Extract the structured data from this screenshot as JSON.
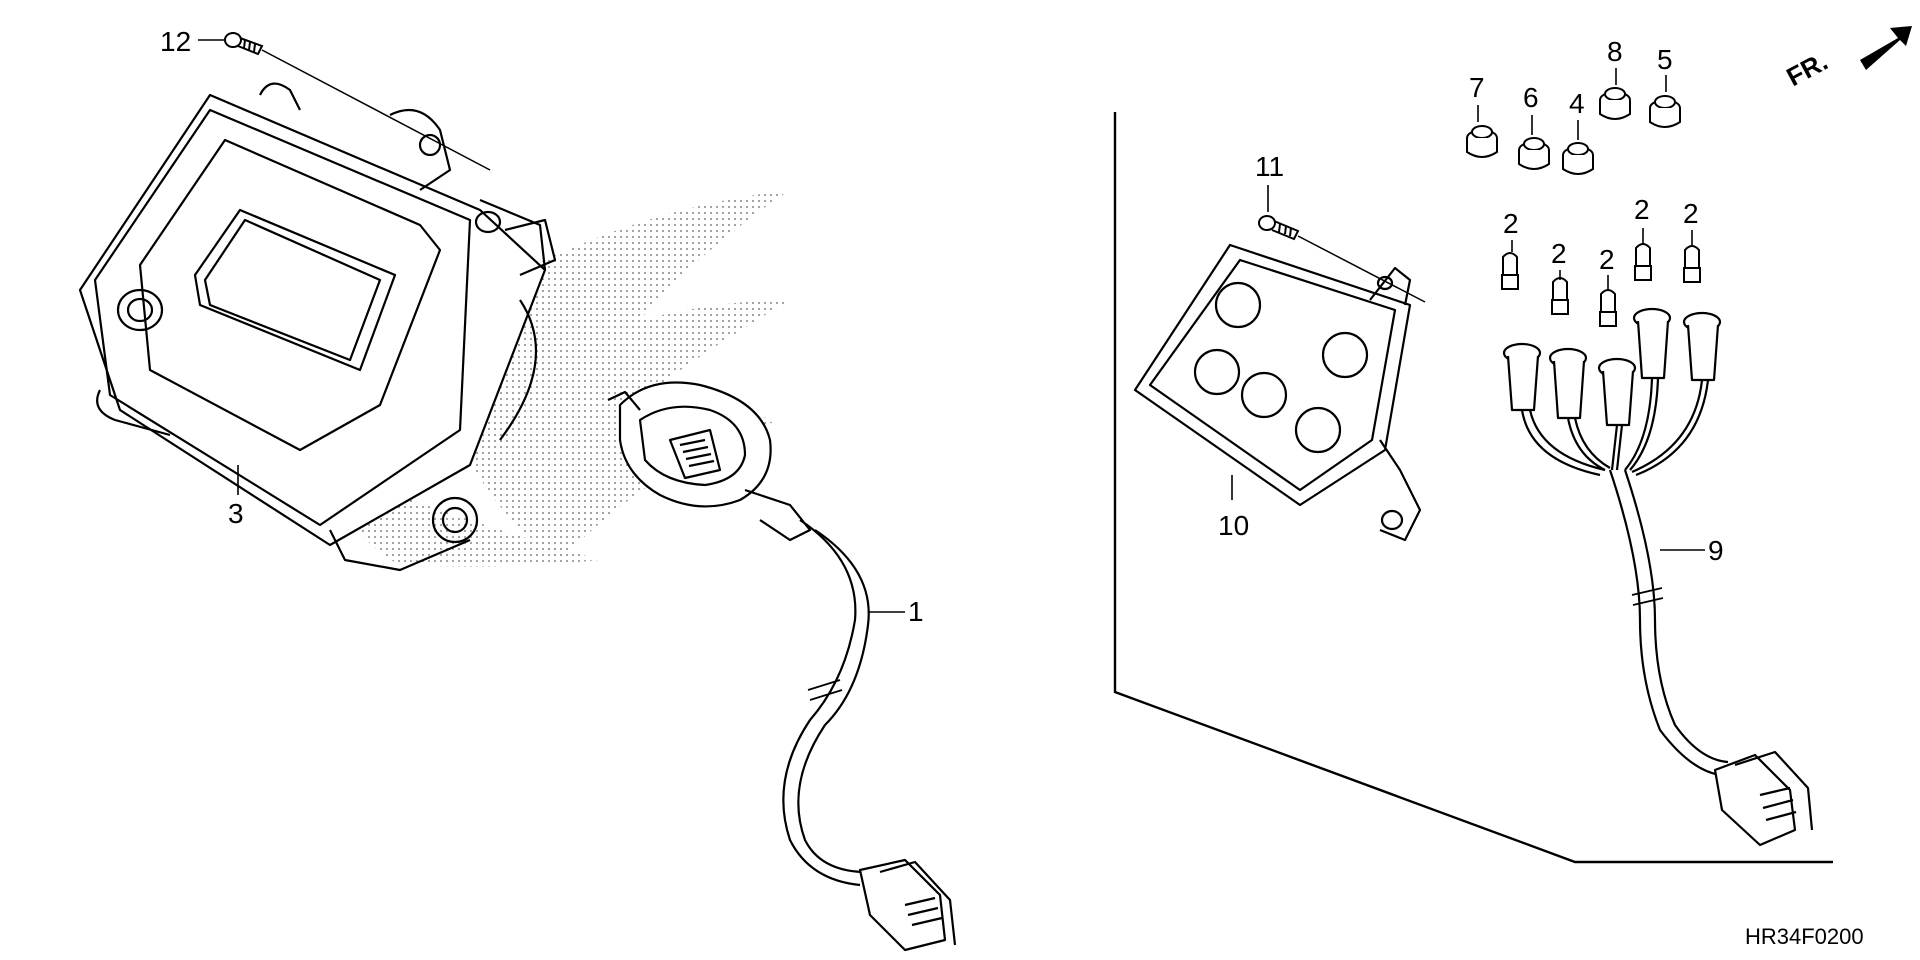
{
  "diagram": {
    "reference_code": "HR34F0200",
    "direction_label": "FR.",
    "callouts": [
      "12",
      "3",
      "1",
      "10",
      "11",
      "9",
      "7",
      "6",
      "4",
      "8",
      "5",
      "2",
      "2",
      "2",
      "2",
      "2"
    ],
    "colors": {
      "line": "#000000",
      "stipple": "#9a9a9a",
      "background": "#ffffff"
    },
    "icons": [
      "front-direction-arrow-icon",
      "screw-icon",
      "connector-icon",
      "bulb-icon",
      "grommet-icon"
    ]
  }
}
